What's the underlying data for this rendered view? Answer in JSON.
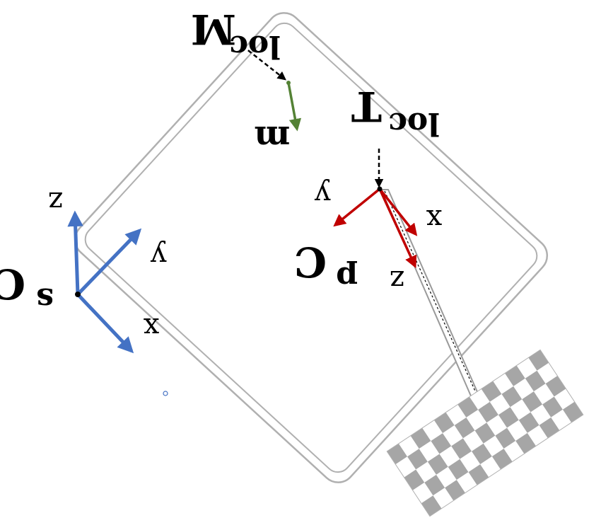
{
  "colors": {
    "tablet_outline": "#b0b0b0",
    "camera_frame_s": "#4472c4",
    "pen_frame_p": "#c00000",
    "marker_vector": "#548235",
    "leader_lines": "#000000",
    "checker_dark": "#a6a6a6",
    "checker_light": "#ffffff"
  },
  "labels": {
    "m_loc_main": "M",
    "m_loc_sup": "loc",
    "m_small": "m",
    "t_loc_main": "T",
    "t_loc_sup": "loc",
    "cs_main": "C",
    "cs_sup": "s",
    "cp_main": "C",
    "cp_sup": "p",
    "s_axis_x": "x",
    "s_axis_y": "y",
    "s_axis_z": "z",
    "p_axis_x": "x",
    "p_axis_y": "y",
    "p_axis_z": "z"
  },
  "icons": {
    "camera_dot": "circle-icon",
    "checkerboard": "checkerboard-marker"
  }
}
